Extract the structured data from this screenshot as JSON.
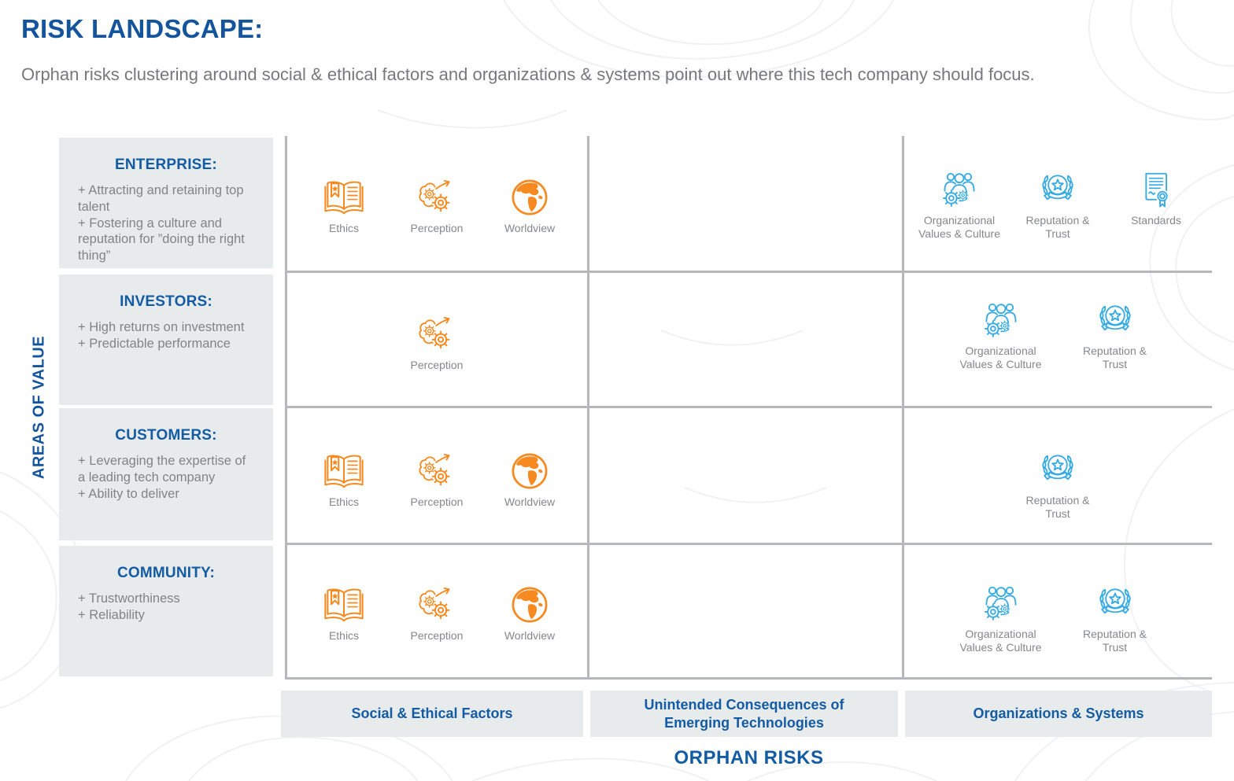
{
  "header": {
    "title": "RISK LANDSCAPE:",
    "subtitle": "Orphan risks clustering around social & ethical factors and organizations & systems point out where this tech company should focus."
  },
  "axes": {
    "y_label": "AREAS OF VALUE",
    "x_label": "ORPHAN RISKS"
  },
  "rows": [
    {
      "title": "ENTERPRISE:",
      "point_1": "+ Attracting and retaining top talent",
      "point_2": "+ Fostering a culture and reputation for ”doing the right thing”"
    },
    {
      "title": "INVESTORS:",
      "point_1": "+ High returns on investment",
      "point_2": "+ Predictable performance"
    },
    {
      "title": "CUSTOMERS:",
      "point_1": "+ Leveraging the expertise of a leading tech company",
      "point_2": "+ Ability to deliver"
    },
    {
      "title": "COMMUNITY:",
      "point_1": "+ Trustworthiness",
      "point_2": "+ Reliability"
    }
  ],
  "columns": [
    {
      "label": "Social & Ethical Factors"
    },
    {
      "label": "Unintended Consequences of Emerging Technologies"
    },
    {
      "label": "Organizations & Systems"
    }
  ],
  "matrix": {
    "enterprise": {
      "social_ethical": [
        "Ethics",
        "Perception",
        "Worldview"
      ],
      "unintended_consequences": [],
      "organizations_systems": [
        "Organizational Values & Culture",
        "Reputation & Trust",
        "Standards"
      ]
    },
    "investors": {
      "social_ethical": [
        "Perception"
      ],
      "unintended_consequences": [],
      "organizations_systems": [
        "Organizational Values & Culture",
        "Reputation & Trust"
      ]
    },
    "customers": {
      "social_ethical": [
        "Ethics",
        "Perception",
        "Worldview"
      ],
      "unintended_consequences": [],
      "organizations_systems": [
        "Reputation & Trust"
      ]
    },
    "community": {
      "social_ethical": [
        "Ethics",
        "Perception",
        "Worldview"
      ],
      "unintended_consequences": [],
      "organizations_systems": [
        "Organizational Values & Culture",
        "Reputation & Trust"
      ]
    }
  },
  "colors": {
    "accent_orange": "#F6891F",
    "accent_blue": "#36AAE2",
    "dark_blue": "#135CA4",
    "gray_text": "#808488",
    "box_background": "#E8EBEC",
    "grid_line": "#B4B8BA"
  }
}
